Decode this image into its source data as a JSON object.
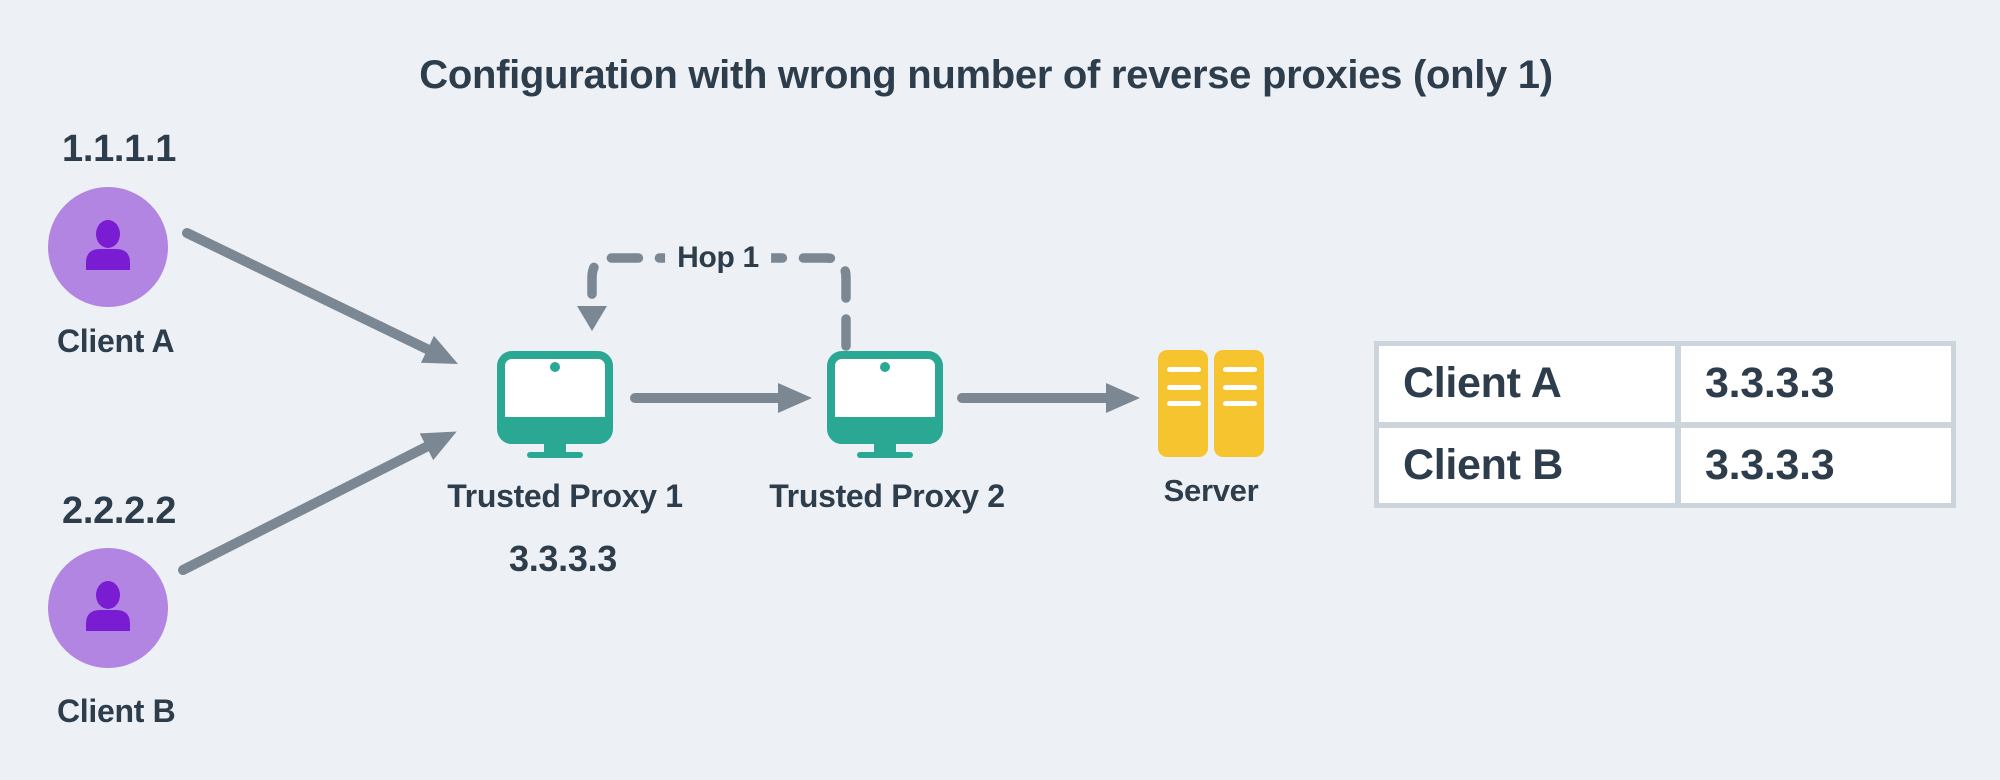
{
  "title": "Configuration with wrong number of reverse proxies (only 1)",
  "clients": [
    {
      "ip": "1.1.1.1",
      "label": "Client A"
    },
    {
      "ip": "2.2.2.2",
      "label": "Client B"
    }
  ],
  "proxies": [
    {
      "label": "Trusted Proxy 1",
      "ip": "3.3.3.3"
    },
    {
      "label": "Trusted Proxy 2"
    }
  ],
  "server": {
    "label": "Server"
  },
  "hop": {
    "label": "Hop 1"
  },
  "table": {
    "rows": [
      {
        "client": "Client A",
        "ip": "3.3.3.3"
      },
      {
        "client": "Client B",
        "ip": "3.3.3.3"
      }
    ]
  },
  "colors": {
    "background": "#edf1f5",
    "text": "#2e3d4b",
    "arrow": "#7b8894",
    "client_circle": "#b285e2",
    "client_icon": "#7a1cd1",
    "proxy_teal": "#2aa893",
    "server_yellow": "#f6c42e",
    "table_border": "#ccd5dc"
  }
}
